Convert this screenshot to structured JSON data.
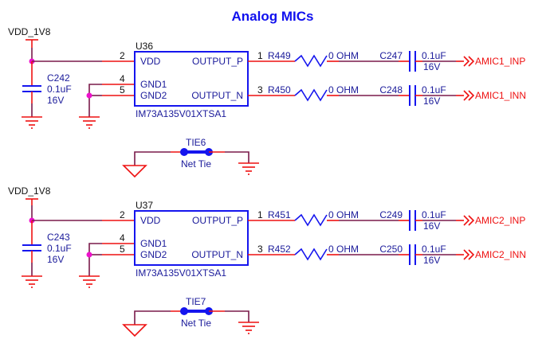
{
  "title": "Analog MICs",
  "colors": {
    "title": "#1010ee",
    "component_body": "#1515ee",
    "pin_wire": "#ee1111",
    "net_wire": "#7a1a4a",
    "junction": "#ee11cc",
    "net_label": "#ee1111"
  },
  "channels": [
    {
      "power_label": "VDD_1V8",
      "decoupling_cap": {
        "ref": "C242",
        "value": "0.1uF",
        "voltage": "16V"
      },
      "ic": {
        "ref": "U36",
        "part": "IM73A135V01XTSA1",
        "pins": {
          "vdd": {
            "num": "2",
            "name": "VDD"
          },
          "gnd1": {
            "num": "4",
            "name": "GND1"
          },
          "gnd2": {
            "num": "5",
            "name": "GND2"
          },
          "out_p": {
            "num": "1",
            "name": "OUTPUT_P"
          },
          "out_n": {
            "num": "3",
            "name": "OUTPUT_N"
          }
        }
      },
      "outputs": [
        {
          "res_ref": "R449",
          "res_value": "0 OHM",
          "cap_ref": "C247",
          "cap_value": "0.1uF",
          "cap_voltage": "16V",
          "net": "AMIC1_INP"
        },
        {
          "res_ref": "R450",
          "res_value": "0 OHM",
          "cap_ref": "C248",
          "cap_value": "0.1uF",
          "cap_voltage": "16V",
          "net": "AMIC1_INN"
        }
      ],
      "net_tie": {
        "ref": "TIE6",
        "label": "Net Tie"
      }
    },
    {
      "power_label": "VDD_1V8",
      "decoupling_cap": {
        "ref": "C243",
        "value": "0.1uF",
        "voltage": "16V"
      },
      "ic": {
        "ref": "U37",
        "part": "IM73A135V01XTSA1",
        "pins": {
          "vdd": {
            "num": "2",
            "name": "VDD"
          },
          "gnd1": {
            "num": "4",
            "name": "GND1"
          },
          "gnd2": {
            "num": "5",
            "name": "GND2"
          },
          "out_p": {
            "num": "1",
            "name": "OUTPUT_P"
          },
          "out_n": {
            "num": "3",
            "name": "OUTPUT_N"
          }
        }
      },
      "outputs": [
        {
          "res_ref": "R451",
          "res_value": "0 OHM",
          "cap_ref": "C249",
          "cap_value": "0.1uF",
          "cap_voltage": "16V",
          "net": "AMIC2_INP"
        },
        {
          "res_ref": "R452",
          "res_value": "0 OHM",
          "cap_ref": "C250",
          "cap_value": "0.1uF",
          "cap_voltage": "16V",
          "net": "AMIC2_INN"
        }
      ],
      "net_tie": {
        "ref": "TIE7",
        "label": "Net Tie"
      }
    }
  ]
}
